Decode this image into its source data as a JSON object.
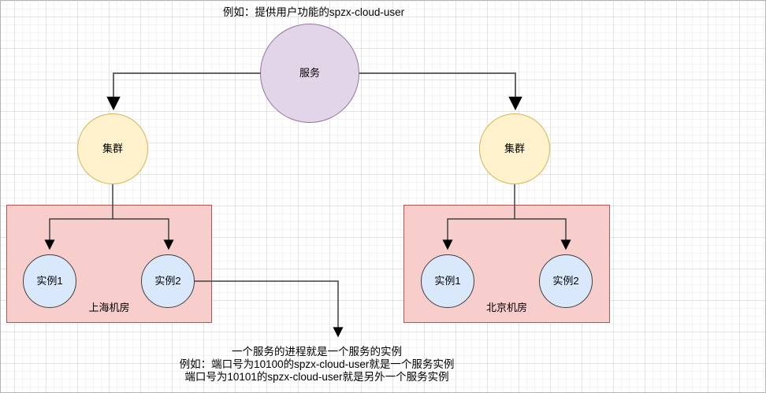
{
  "top_note": "例如：提供用户功能的spzx-cloud-user",
  "diagram": {
    "service": {
      "label": "服务"
    },
    "clusters": [
      {
        "label": "集群"
      },
      {
        "label": "集群"
      }
    ],
    "datacenters": [
      {
        "label": "上海机房",
        "instances": [
          {
            "label": "实例1"
          },
          {
            "label": "实例2"
          }
        ]
      },
      {
        "label": "北京机房",
        "instances": [
          {
            "label": "实例1"
          },
          {
            "label": "实例2"
          }
        ]
      }
    ]
  },
  "bottom_note": {
    "line1": "一个服务的进程就是一个服务的实例",
    "line2": "例如：端口号为10100的spzx-cloud-user就是一个服务实例",
    "line3": "端口号为10101的spzx-cloud-user就是另外一个服务实例"
  },
  "colors": {
    "service_fill": "#E1D5E7",
    "service_stroke": "#9673A6",
    "cluster_fill": "#FFF2CC",
    "cluster_stroke": "#D6B656",
    "datacenter_fill": "#F8CECC",
    "datacenter_stroke": "#B85450",
    "instance_fill": "#DAE8FC",
    "instance_stroke": "#3F3F3F",
    "connector": "#666666",
    "arrowhead": "#000000",
    "grid_major": "#E3E3E3",
    "grid_minor": "#F4F4F4"
  }
}
